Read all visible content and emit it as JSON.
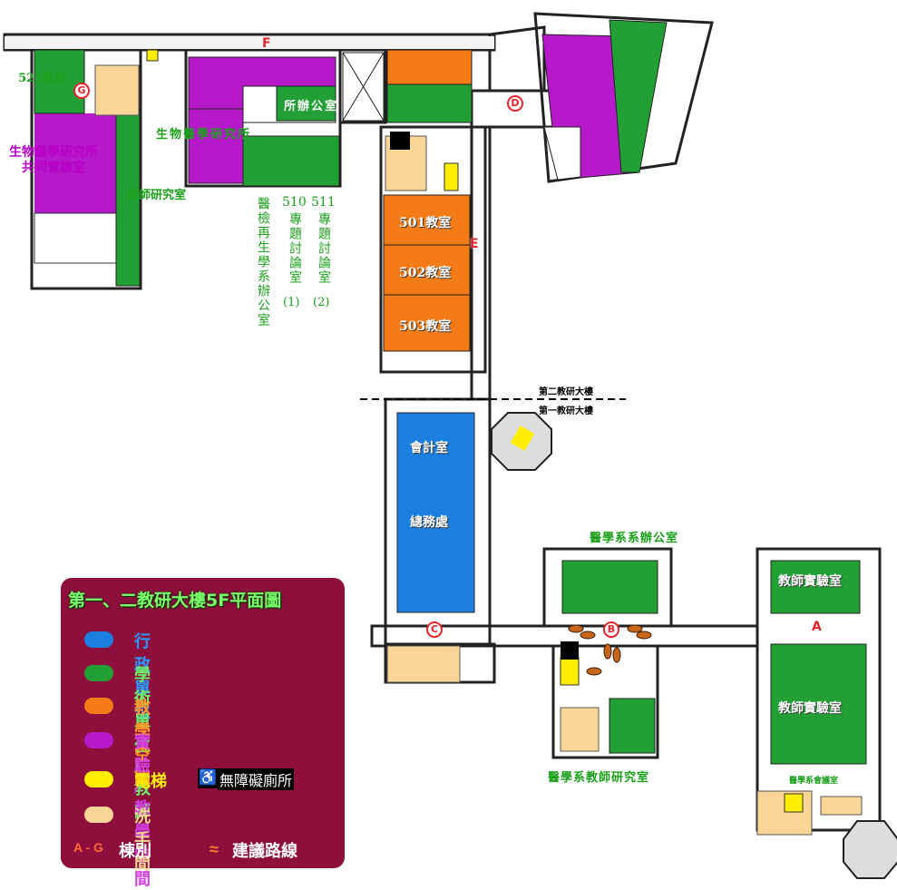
{
  "legend": {
    "title": "第一、二教研大樓5F平面圖",
    "items": [
      {
        "label": "行政單位",
        "color": "#1b7fe0",
        "text_color": "#2a9bff"
      },
      {
        "label": "學術單位 / 教師",
        "color": "#22a035",
        "text_color": "#6cf06a"
      },
      {
        "label": "教學空間",
        "color": "#f47b16",
        "text_color": "#ff9a2a"
      },
      {
        "label": "實驗 / 教學空間",
        "color": "#b519c9",
        "text_color": "#d43ee0"
      },
      {
        "label": "電梯",
        "color": "#ffee00",
        "text_color": "#ffee00"
      },
      {
        "label": "洗手間",
        "color": "#f9d596",
        "text_color": "#f9d596"
      }
    ],
    "accessible_label": "無障礙廁所",
    "building_range": "A - G",
    "building_label": "棟別",
    "route_label": "建議路線"
  },
  "building_labels": {
    "first": "第二教研大樓",
    "second": "第一教研大樓"
  },
  "buildings": [
    "A",
    "B",
    "C",
    "D",
    "E",
    "F",
    "G"
  ],
  "rooms": {
    "room_525": "525教室",
    "biomed_lab": "生物醫學研究所\n共同實驗室",
    "faculty_research": "教師研究室",
    "biomed_institute": "生物醫學研究所",
    "institute_office": "所辦公室",
    "med_regen_office": "醫檢再生學系辦公室",
    "seminar_510": "510專題討論室(1)",
    "seminar_511": "511專題討論室(2)",
    "room_501": "501教室",
    "room_502": "502教室",
    "room_503": "503教室",
    "accounting": "會計室",
    "general_affairs": "總務處",
    "medical_dept_office": "醫學系系辦公室",
    "faculty_lab_1": "教師實驗室",
    "faculty_lab_2": "教師實驗室",
    "medical_faculty_room": "醫學系教師研究室",
    "medical_meeting_room": "醫學系會議室"
  },
  "vertical": {
    "med_regen": "醫檢再生學系辦公室",
    "s510_num": "510",
    "s510_text": "專題討論室",
    "s510_suffix": "(1)",
    "s511_num": "511",
    "s511_text": "專題討論室",
    "s511_suffix": "(2)"
  }
}
